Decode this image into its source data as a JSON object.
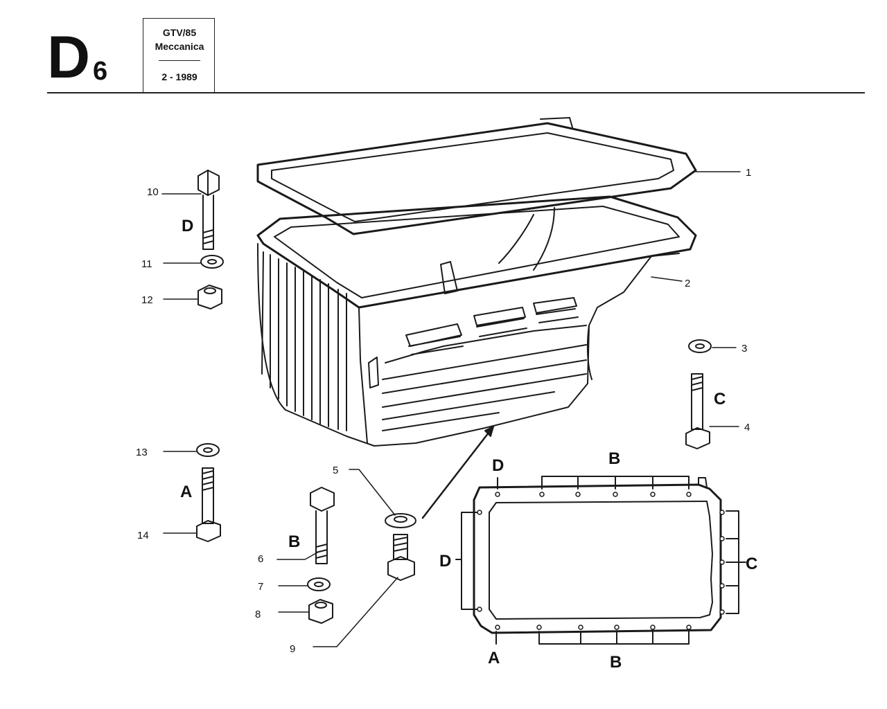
{
  "header": {
    "section_letter": "D",
    "section_number": "6",
    "model": "GTV/85",
    "category": "Meccanica",
    "date": "2 - 1989"
  },
  "callouts": [
    "1",
    "2",
    "3",
    "4",
    "5",
    "6",
    "7",
    "8",
    "9",
    "10",
    "11",
    "12",
    "13",
    "14"
  ],
  "letters": {
    "A": "A",
    "B": "B",
    "C": "C",
    "D": "D"
  }
}
